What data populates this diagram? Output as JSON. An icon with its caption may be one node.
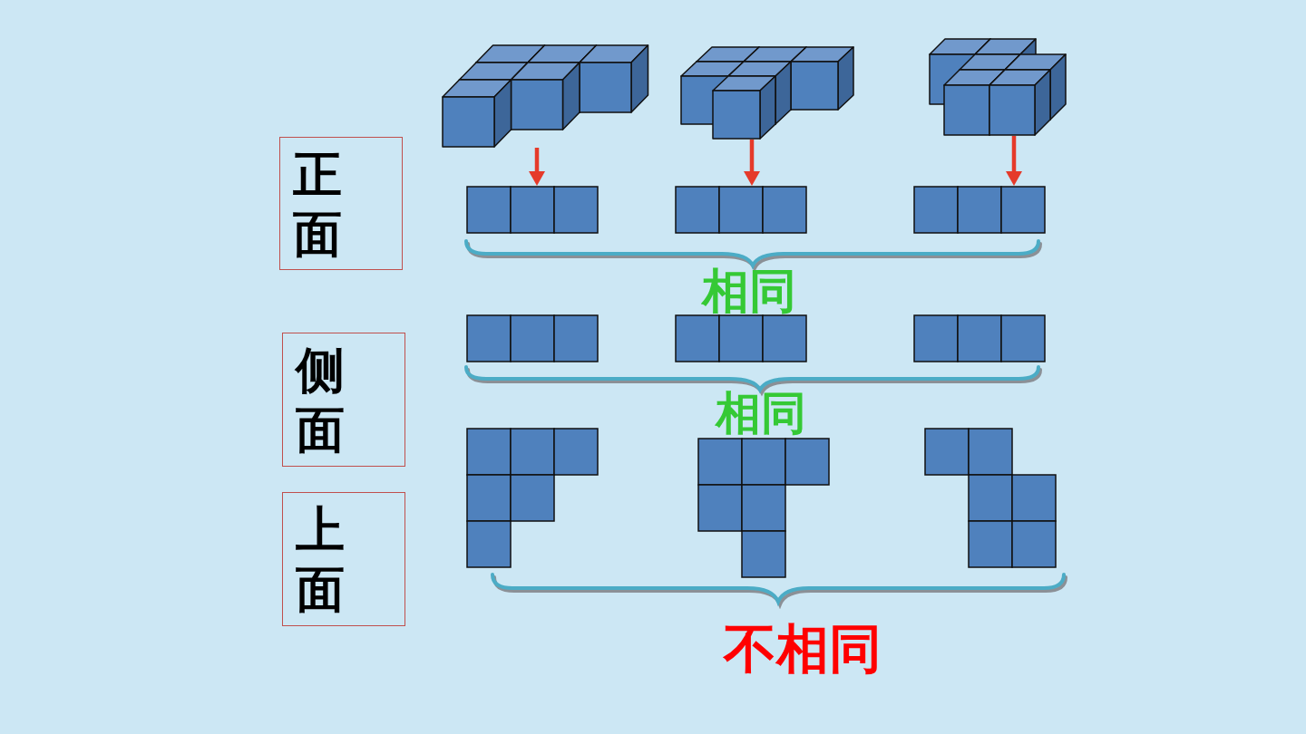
{
  "diagram": {
    "nodes": [
      {
        "text": [],
        "shape": "picture"
      },
      {
        "text": [],
        "shape": "picture"
      },
      {
        "text": [],
        "shape": "picture"
      },
      {
        "text": [
          "正面"
        ]
      },
      {
        "text": [],
        "shape": "picture"
      },
      {
        "text": [],
        "shape": "picture"
      },
      {
        "text": [],
        "shape": "picture"
      },
      {
        "text": [
          "侧面"
        ]
      },
      {
        "text": [],
        "shape": "picture"
      },
      {
        "text": [],
        "shape": "picture"
      },
      {
        "text": [],
        "shape": "picture"
      },
      {
        "text": [
          "上面"
        ]
      },
      {
        "text": [],
        "shape": "picture"
      },
      {
        "text": [],
        "shape": "picture"
      },
      {
        "text": [],
        "shape": "picture"
      }
    ],
    "edges": [
      {
        "from": 0,
        "to": 4,
        "arrow": "to"
      },
      {
        "from": 1,
        "to": 5,
        "arrow": "to"
      },
      {
        "from": 2,
        "to": 6,
        "arrow": "to"
      }
    ],
    "labels": [
      "相同",
      "相同",
      "不相同"
    ]
  }
}
